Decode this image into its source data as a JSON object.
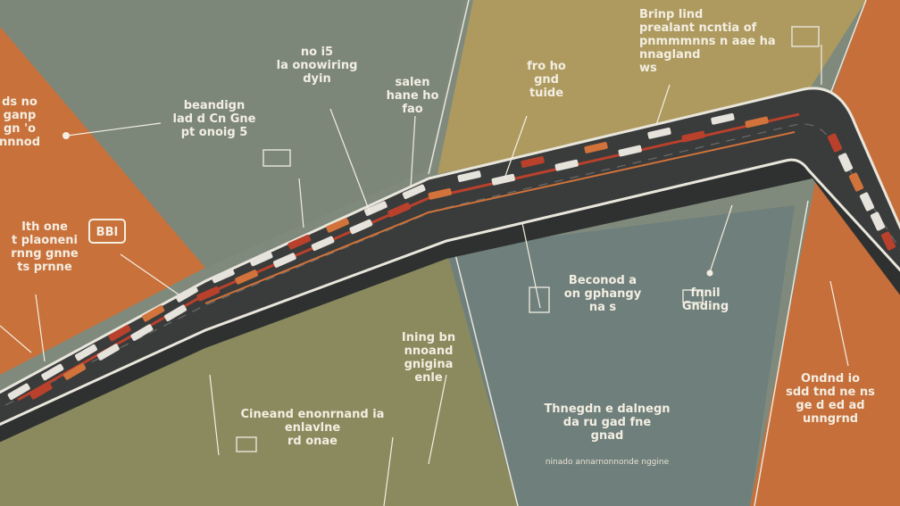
{
  "colors": {
    "background_gray": "#7f8a7c",
    "panel_orange": "#c9713b",
    "panel_ochre": "#b19a5c",
    "panel_olive": "#8a8a5e",
    "panel_slate": "#6f7f7b",
    "road_asphalt": "#3a3b3b",
    "road_edge": "#e9e6dc",
    "vehicle_red": "#b9412c",
    "vehicle_orange": "#d1733a",
    "vehicle_white": "#e6e3dc",
    "label_text": "#f3eee2"
  },
  "callouts": [
    {
      "id": "top-left-1",
      "lines": [
        "no i5",
        "la onowiring",
        "dyin"
      ]
    },
    {
      "id": "top-left-2",
      "lines": [
        "beandign",
        "lad d Cn Gne",
        "pt onoig 5"
      ]
    },
    {
      "id": "top-center",
      "lines": [
        "salen",
        "hane ho",
        "fao"
      ]
    },
    {
      "id": "top-mid",
      "lines": [
        "fro ho",
        "gnd",
        "tuide"
      ]
    },
    {
      "id": "top-right",
      "lines": [
        "Brinp lind",
        "prealant ncntia of",
        "pnmmmnns n aae ha",
        "nnagland",
        "ws"
      ]
    },
    {
      "id": "left-edge-1",
      "lines": [
        "ds no",
        "ganp",
        "gn 'o",
        "nnnod"
      ]
    },
    {
      "id": "left-edge-2",
      "lines": [
        "Ith one",
        "t plaoneni",
        "rnng gnne",
        "ts prnne"
      ]
    },
    {
      "id": "left-badge",
      "lines": [
        "BBI"
      ]
    },
    {
      "id": "mid-right",
      "lines": [
        "Beconod a",
        "on gphangy",
        "na s"
      ]
    },
    {
      "id": "right-small",
      "lines": [
        "fnnil",
        "Gnding"
      ]
    },
    {
      "id": "center-low",
      "lines": [
        "Ining bn",
        "nnoand",
        "gnigina",
        "enle"
      ]
    },
    {
      "id": "bottom-left",
      "lines": [
        "Cineand enonrnand ia",
        "enlavlne",
        "rd onae"
      ]
    },
    {
      "id": "bottom-center",
      "lines": [
        "Thnegdn e dalnegn",
        "da ru gad fne",
        "gnad"
      ]
    },
    {
      "id": "bottom-right",
      "lines": [
        "Ondnd io",
        "sdd tnd ne ns",
        "ge d ed ad",
        "unngrnd"
      ]
    },
    {
      "id": "footer-caption",
      "lines": [
        "ninado annarnonnonde nggine"
      ]
    }
  ]
}
